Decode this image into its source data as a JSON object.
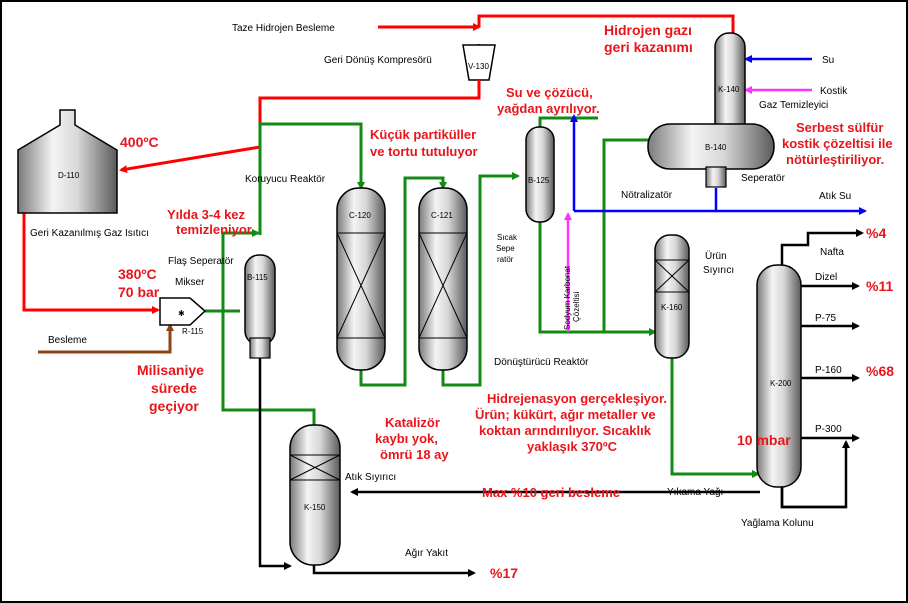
{
  "colors": {
    "hydrogen_line": "#ff0000",
    "process_line": "#138a13",
    "water_line": "#0000ff",
    "caustic_line": "#ff33ff",
    "product_line": "#000000",
    "feed_line": "#8b4513",
    "annotation": "#e8151b"
  },
  "labels": {
    "fresh_h2_feed": "Taze Hidrojen Besleme",
    "recycle_compressor": "Geri Dönüş Kompresörü",
    "recycled_gas_heater": "Geri Kazanılmış Gaz Isıtıcı",
    "flash_separator": "Flaş Seperatör",
    "mixer": "Mikser",
    "feed": "Besleme",
    "guard_reactor": "Koruyucu Reaktör",
    "converter_reactor": "Dönüştürücü Reaktör",
    "hot_separator": "Sıcak Sepe ratör",
    "sodium_carbonate_solution": "Sodyum Karbonat Çözeltisi",
    "neutralizer": "Nötralizatör",
    "separator": "Seperatör",
    "water": "Su",
    "caustic": "Kostik",
    "gas_scrubber": "Gaz Temizleyici",
    "waste_water": "Atık Su",
    "product_stripper": "Ürün Sıyırıcı",
    "naphtha": "Nafta",
    "diesel": "Dizel",
    "p75": "P-75",
    "p160": "P-160",
    "p300": "P-300",
    "waste_stripper": "Atık Sıyırıcı",
    "heavy_fuel": "Ağır Yakıt",
    "wash_oil": "Yıkama Yağı",
    "lube_column": "Yağlama Kolunu"
  },
  "equipment": {
    "v130": "V-130",
    "d110": "D-110",
    "r115": "R-115",
    "b115": "B-115",
    "c120": "C-120",
    "c121": "C-121",
    "b125": "B-125",
    "k140": "K-140",
    "b140": "B-140",
    "k160": "K-160",
    "k150": "K-150",
    "k200": "K-200"
  },
  "notes": {
    "hydrogen_recovery": "Hidrojen gazı geri kazanımı",
    "temp_400": "400ºC",
    "cleaned_yearly": "Yılda 3-4 kez temizleniyor",
    "temp_pressure_380": "380ºC 70 bar",
    "milliseconds": "Milisaniye sürede geçiyor",
    "small_particles": "Küçük partiküller ve tortu tutuluyor",
    "water_solvent": "Su ve çözücü, yağdan ayrılıyor.",
    "free_sulfur": "Serbest sülfür kostik çözeltisi ile nötürleştiriliyor.",
    "hydrogenation": "Hidrejenasyon gerçekleşiyor. Ürün; kükürt, ağır metaller ve koktan arındırılıyor. Sıcaklık yaklaşık 370ºC",
    "catalyst": "Katalizör kaybı yok, ömrü 18 ay",
    "recycle_feed": "Max %10 geri besleme",
    "vacuum": "10 mbar",
    "pct_naphtha": "%4",
    "pct_diesel": "%11",
    "pct_lube": "%68",
    "pct_heavy": "%17"
  }
}
